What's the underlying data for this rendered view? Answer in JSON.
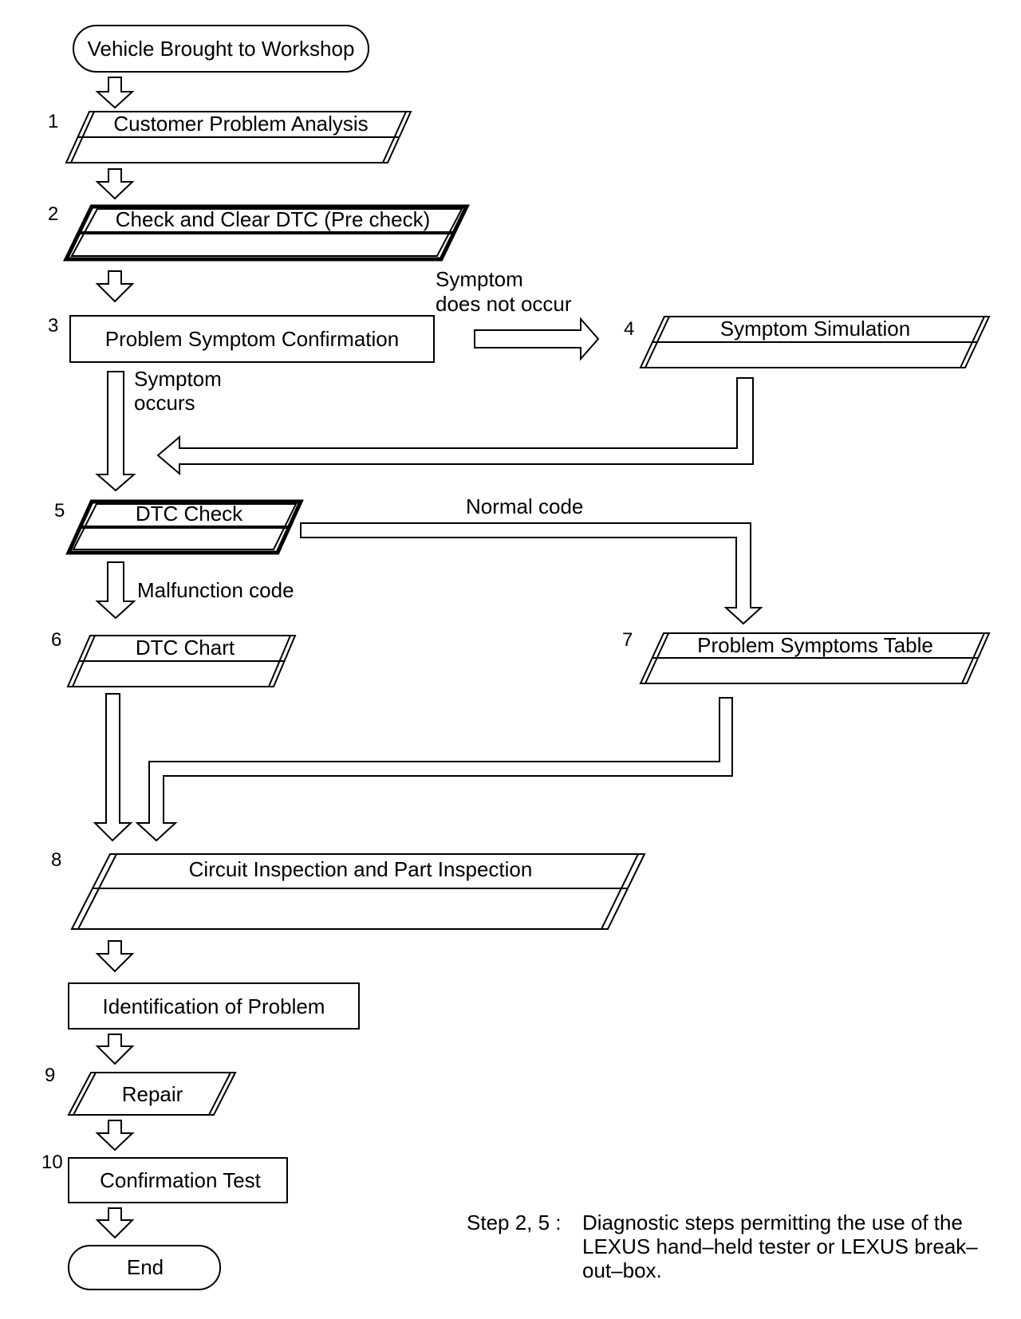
{
  "start": "Vehicle Brought to Workshop",
  "end": "End",
  "steps": [
    {
      "number": "1",
      "label": "Customer Problem Analysis"
    },
    {
      "number": "2",
      "label": "Check and Clear DTC (Pre check)"
    },
    {
      "number": "3",
      "label": "Problem Symptom Confirmation"
    },
    {
      "number": "4",
      "label": "Symptom Simulation"
    },
    {
      "number": "5",
      "label": "DTC Check"
    },
    {
      "number": "6",
      "label": "DTC Chart"
    },
    {
      "number": "7",
      "label": "Problem Symptoms Table"
    },
    {
      "number": "8",
      "label": "Circuit Inspection and Part Inspection"
    },
    {
      "number": "",
      "label": "Identification of Problem"
    },
    {
      "number": "9",
      "label": "Repair"
    },
    {
      "number": "10",
      "label": "Confirmation Test"
    }
  ],
  "edge_labels": {
    "symptom_not_occur_1": "Symptom",
    "symptom_not_occur_2": "does not occur",
    "symptom_occurs_1": "Symptom",
    "symptom_occurs_2": "occurs",
    "normal_code": "Normal code",
    "malfunction_code": "Malfunction code"
  },
  "note": {
    "key": "Step 2, 5 :",
    "text": "Diagnostic steps permitting the use of the LEXUS hand–held tester or LEXUS break–out–box."
  }
}
